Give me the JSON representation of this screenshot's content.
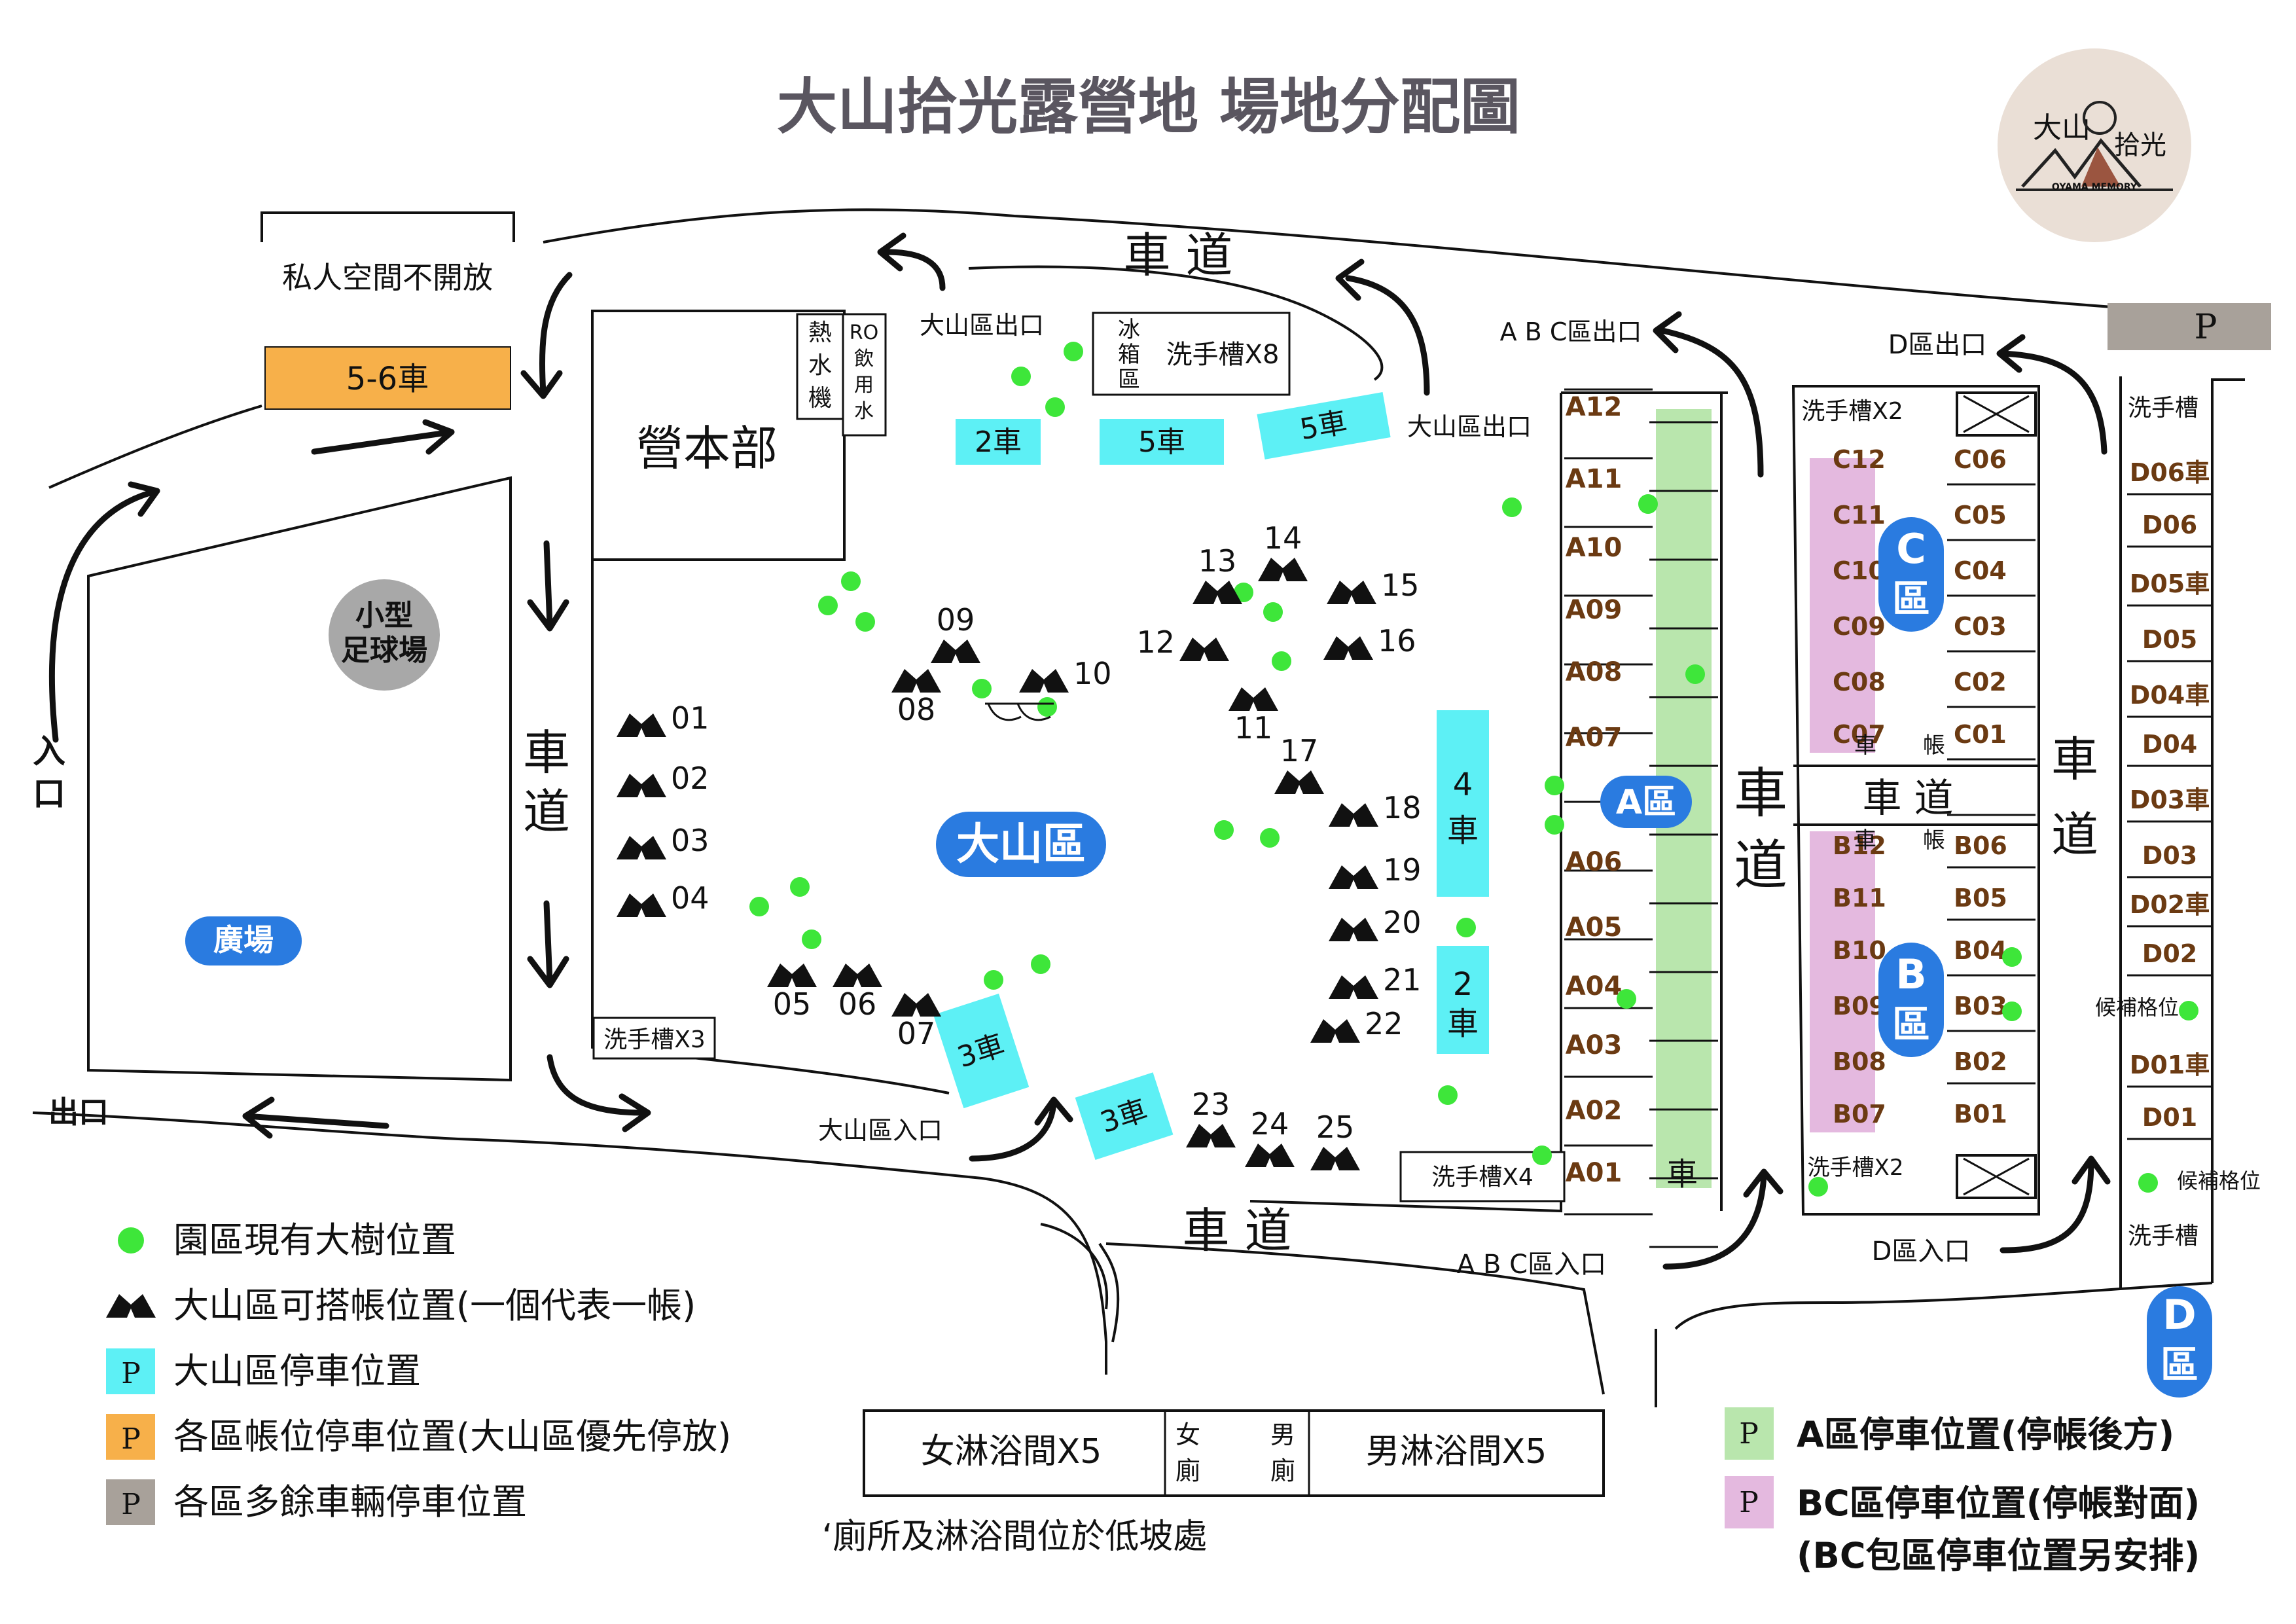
{
  "title": "大山拾光露營地 場地分配圖",
  "logo": {
    "text_left": "大山",
    "text_right": "拾光",
    "subtitle": "OYAMA MEMORY"
  },
  "colors": {
    "cyan": "#5df0f5",
    "orange": "#f7b04a",
    "gray": "#a8a19a",
    "green_lot": "#b9e6ad",
    "pink_lot": "#e4b9df",
    "badge_blue": "#2a7be0",
    "tree_green": "#3ee63a"
  },
  "labels": {
    "private": "私人空間不開放",
    "lot_56": "5-6車",
    "camp_hq": "營本部",
    "hot_water": [
      "熱",
      "水",
      "機"
    ],
    "ro_water": [
      "RO",
      "飲",
      "用",
      "水"
    ],
    "fridge": [
      "冰",
      "箱",
      "區"
    ],
    "sink_x8": "洗手槽X8",
    "sink_x3": "洗手槽X3",
    "sink_x4": "洗手槽X4",
    "sink_x2_top": "洗手槽X2",
    "sink_x2_bottom": "洗手槽X2",
    "sink_d_top": "洗手槽",
    "sink_d_bottom": "洗手槽",
    "soccer": [
      "小型",
      "足球場"
    ],
    "plaza": "廣場",
    "entrance": [
      "入",
      "口"
    ],
    "exit": "出口",
    "road_top": "車 道",
    "road_bottom": "車 道",
    "road_mid": "車 道",
    "road_left": [
      "車",
      "道"
    ],
    "road_a": [
      "車",
      "道"
    ],
    "road_d": [
      "車",
      "道"
    ],
    "dashan_exit_1": "大山區出口",
    "dashan_exit_2": "大山區出口",
    "dashan_entrance": "大山區入口",
    "abc_exit": "A B C區出口",
    "abc_entrance": "A B C區入口",
    "d_exit": "D區出口",
    "d_entrance": "D區入口",
    "zone_dashan": "大山區",
    "zone_a": "A區",
    "zone_b": [
      "B",
      "區"
    ],
    "zone_c": [
      "C",
      "區"
    ],
    "zone_d": [
      "D",
      "區"
    ],
    "car_lot": "車",
    "car_c": "車",
    "tent_c": "帳",
    "car_b": "車",
    "tent_b": "帳",
    "standby_1": "候補格位",
    "standby_2": "候補格位",
    "parking_p": "P",
    "female_shower": "女淋浴間X5",
    "male_shower": "男淋浴間X5",
    "female_toilet": [
      "女",
      "廁"
    ],
    "male_toilet": [
      "男",
      "廁"
    ],
    "note": "‘廁所及淋浴間位於低坡處"
  },
  "cyan_lots": [
    "2車",
    "5車",
    "5車",
    "3車",
    "3車",
    "2車"
  ],
  "cyan_lot_4": [
    "4",
    "車"
  ],
  "cyan_lot_2b": [
    "2",
    "車"
  ],
  "tents": [
    "01",
    "02",
    "03",
    "04",
    "05",
    "06",
    "07",
    "08",
    "09",
    "10",
    "11",
    "12",
    "13",
    "14",
    "15",
    "16",
    "17",
    "18",
    "19",
    "20",
    "21",
    "22",
    "23",
    "24",
    "25"
  ],
  "a_slots": [
    "A12",
    "A11",
    "A10",
    "A09",
    "A08",
    "A07",
    "A06",
    "A05",
    "A04",
    "A03",
    "A02",
    "A01"
  ],
  "c_left": [
    "C12",
    "C11",
    "C10",
    "C09",
    "C08",
    "C07"
  ],
  "c_right": [
    "C06",
    "C05",
    "C04",
    "C03",
    "C02",
    "C01"
  ],
  "b_left": [
    "B12",
    "B11",
    "B10",
    "B09",
    "B08",
    "B07"
  ],
  "b_right": [
    "B06",
    "B05",
    "B04",
    "B03",
    "B02",
    "B01"
  ],
  "d_slots": [
    "D06車",
    "D06",
    "D05車",
    "D05",
    "D04車",
    "D04",
    "D03車",
    "D03",
    "D02車",
    "D02",
    "D01車",
    "D01"
  ],
  "legend_left": [
    {
      "icon": "tree",
      "text": "園區現有大樹位置"
    },
    {
      "icon": "tent",
      "text": "大山區可搭帳位置(一個代表一帳)"
    },
    {
      "icon": "p-cyan",
      "text": "大山區停車位置"
    },
    {
      "icon": "p-orange",
      "text": "各區帳位停車位置(大山區優先停放)"
    },
    {
      "icon": "p-gray",
      "text": "各區多餘車輛停車位置"
    }
  ],
  "legend_right": [
    {
      "icon": "p-green",
      "text": "A區停車位置(停帳後方)"
    },
    {
      "icon": "p-pink",
      "text": "BC區停車位置(停帳對面)"
    }
  ],
  "legend_right_extra": "(BC包區停車位置另安排)"
}
